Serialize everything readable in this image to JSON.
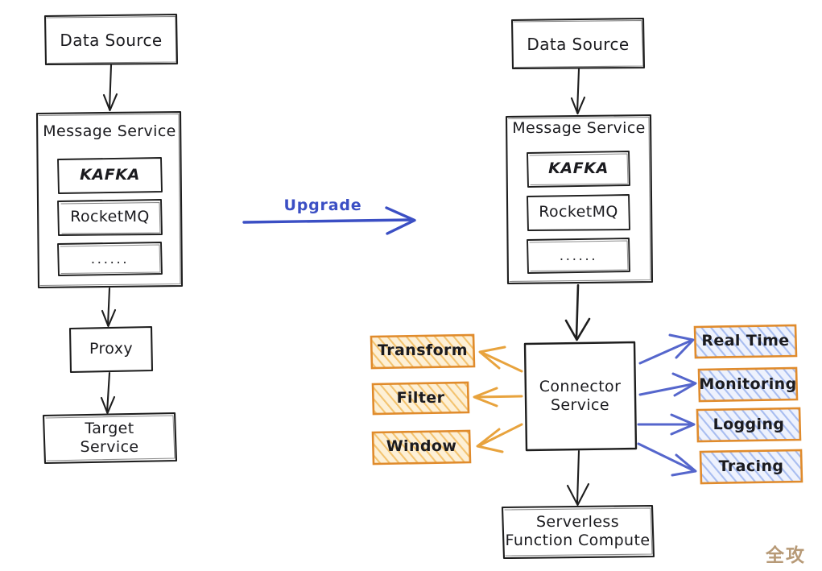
{
  "diagram": {
    "title_watermark": "全攻略",
    "colors": {
      "stroke": "#1e1e1e",
      "accent_blue": "#3b4fc4",
      "arrow_blue": "#5566cc",
      "arrow_orange": "#e8a33d",
      "box_orange_border": "#e08b2c",
      "box_orange_fill": "#f6c976",
      "box_blue_border": "#e08b2c",
      "box_blue_fill": "#8ea8ee",
      "watermark": "#b49570"
    },
    "left_flow": {
      "name": "legacy-architecture",
      "nodes": [
        {
          "id": "data-source",
          "label": "Data Source"
        },
        {
          "id": "message-service",
          "label": "Message Service"
        },
        {
          "id": "kafka",
          "label": "KAFKA"
        },
        {
          "id": "rocketmq",
          "label": "RocketMQ"
        },
        {
          "id": "more",
          "label": "......"
        },
        {
          "id": "proxy",
          "label": "Proxy"
        },
        {
          "id": "target-service",
          "label": "Target\nService"
        }
      ]
    },
    "transition": {
      "label": "Upgrade"
    },
    "right_flow": {
      "name": "upgraded-architecture",
      "nodes": [
        {
          "id": "data-source",
          "label": "Data Source"
        },
        {
          "id": "message-service",
          "label": "Message Service"
        },
        {
          "id": "kafka",
          "label": "KAFKA"
        },
        {
          "id": "rocketmq",
          "label": "RocketMQ"
        },
        {
          "id": "more",
          "label": "......"
        },
        {
          "id": "connector-service",
          "label": "Connector\nService"
        },
        {
          "id": "serverless",
          "label": "Serverless\nFunction Compute"
        }
      ],
      "capabilities_left": [
        {
          "id": "transform",
          "label": "Transform"
        },
        {
          "id": "filter",
          "label": "Filter"
        },
        {
          "id": "window",
          "label": "Window"
        }
      ],
      "capabilities_right": [
        {
          "id": "real-time",
          "label": "Real Time"
        },
        {
          "id": "monitoring",
          "label": "Monitoring"
        },
        {
          "id": "logging",
          "label": "Logging"
        },
        {
          "id": "tracing",
          "label": "Tracing"
        }
      ]
    }
  }
}
